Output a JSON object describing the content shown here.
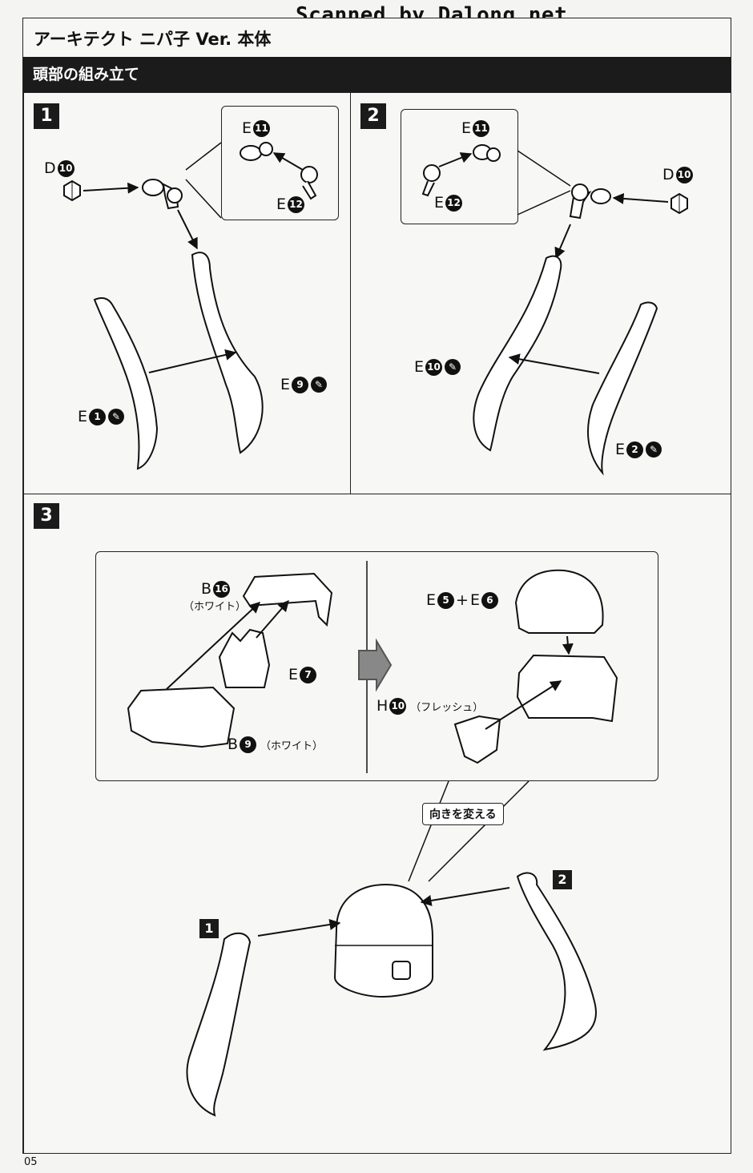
{
  "header": {
    "scan_credit": "Scanned by Dalong.net",
    "title": "アーキテクト ニパ子 Ver. 本体"
  },
  "section": {
    "title": "頭部の組み立て"
  },
  "step1": {
    "number": "1",
    "labels": {
      "d10": {
        "letter": "D",
        "num": "10"
      },
      "e11": {
        "letter": "E",
        "num": "11"
      },
      "e12": {
        "letter": "E",
        "num": "12"
      },
      "e9": {
        "letter": "E",
        "num": "9",
        "glue": "✎"
      },
      "e1": {
        "letter": "E",
        "num": "1",
        "glue": "✎"
      }
    }
  },
  "step2": {
    "number": "2",
    "labels": {
      "e11": {
        "letter": "E",
        "num": "11"
      },
      "e12": {
        "letter": "E",
        "num": "12"
      },
      "d10": {
        "letter": "D",
        "num": "10"
      },
      "e10": {
        "letter": "E",
        "num": "10",
        "glue": "✎"
      },
      "e2": {
        "letter": "E",
        "num": "2",
        "glue": "✎"
      }
    }
  },
  "step3": {
    "number": "3",
    "labels": {
      "b16": {
        "letter": "B",
        "num": "16",
        "note": "（ホワイト）"
      },
      "e7": {
        "letter": "E",
        "num": "7"
      },
      "b9": {
        "letter": "B",
        "num": "9",
        "note": "（ホワイト）"
      },
      "e5e6": {
        "letter_a": "E",
        "num_a": "5",
        "plus": "+",
        "letter_b": "E",
        "num_b": "6"
      },
      "h10": {
        "letter": "H",
        "num": "10",
        "note": "（フレッシュ）"
      }
    },
    "reorient_label": "向きを変える",
    "sub_badges": {
      "left": "1",
      "right": "2"
    }
  },
  "footer": {
    "page_number": "05"
  }
}
